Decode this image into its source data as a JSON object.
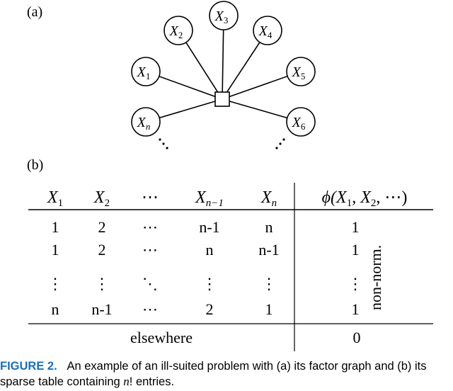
{
  "panel_a": {
    "label": "(a)",
    "nodes": [
      {
        "name": "X",
        "sub": "1"
      },
      {
        "name": "X",
        "sub": "2"
      },
      {
        "name": "X",
        "sub": "3"
      },
      {
        "name": "X",
        "sub": "4"
      },
      {
        "name": "X",
        "sub": "5"
      },
      {
        "name": "X",
        "sub": "n"
      },
      {
        "name": "X",
        "sub": "6"
      }
    ],
    "ellipsis": "⋯"
  },
  "panel_b": {
    "label": "(b)",
    "headers": [
      "X",
      "X",
      "⋯",
      "X",
      "X",
      "ϕ(X",
      ", X",
      ", ⋯)"
    ],
    "header_subs": [
      "1",
      "2",
      "",
      "n−1",
      "n",
      "1",
      "2"
    ],
    "rows": [
      [
        "1",
        "2",
        "⋯",
        "n-1",
        "n",
        "1"
      ],
      [
        "1",
        "2",
        "⋯",
        "n",
        "n-1",
        "1"
      ],
      [
        "⋮",
        "⋮",
        "⋱",
        "⋮",
        "⋮",
        "⋮"
      ],
      [
        "n",
        "n-1",
        "⋯",
        "2",
        "1",
        "1"
      ]
    ],
    "side_label": "non-norm.",
    "elsewhere_label": "elsewhere",
    "elsewhere_value": "0"
  },
  "caption": {
    "figure_label": "FIGURE 2.",
    "text_part1": "An example of an ill-suited problem with (a) its factor graph and (b) its sparse table containing ",
    "math": "n",
    "text_part2": "! entries."
  }
}
